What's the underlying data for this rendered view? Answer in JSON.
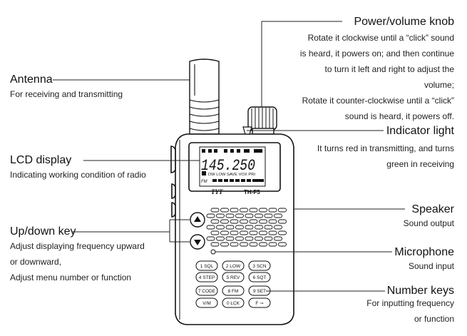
{
  "callouts": {
    "power": {
      "title": "Power/volume knob",
      "lines": [
        "Rotate it clockwise until a “click” sound",
        "is heard, it powers on; and then continue",
        "to turn it left and right to adjust the",
        "volume;",
        "Rotate it counter-clockwise until a “click”",
        "sound is heard, it powers off."
      ]
    },
    "antenna": {
      "title": "Antenna",
      "lines": [
        "For receiving and transmitting"
      ]
    },
    "indicator": {
      "title": "Indicator light",
      "lines": [
        "It turns red in transmitting, and turns",
        "green in receiving"
      ]
    },
    "lcd": {
      "title": "LCD display",
      "lines": [
        "Indicating working condition of radio"
      ]
    },
    "speaker": {
      "title": "Speaker",
      "lines": [
        "Sound output"
      ]
    },
    "updown": {
      "title": "Up/down key",
      "lines": [
        "Adjust displaying frequency upward",
        "or downward,",
        "Adjust menu number or function"
      ]
    },
    "microphone": {
      "title": "Microphone",
      "lines": [
        "Sound input"
      ]
    },
    "numberkeys": {
      "title": "Number keys",
      "lines": [
        "For inputting frequency",
        "or function"
      ]
    }
  },
  "radio": {
    "brand": "TYT",
    "model": "TH-F5",
    "lcd_digits": "145.250",
    "lcd_indicators": "DW LOW SAVE VOX PRI",
    "lcd_fm": "FM",
    "keys": [
      [
        "1 SQL",
        "2 LOW",
        "3 SCN"
      ],
      [
        "4 STEP",
        "5 REV",
        "6 SQT"
      ],
      [
        "7 CODE",
        "8 FM",
        "9 SET"
      ],
      [
        "V/M",
        "0 LCK",
        "F ⊸"
      ]
    ]
  }
}
